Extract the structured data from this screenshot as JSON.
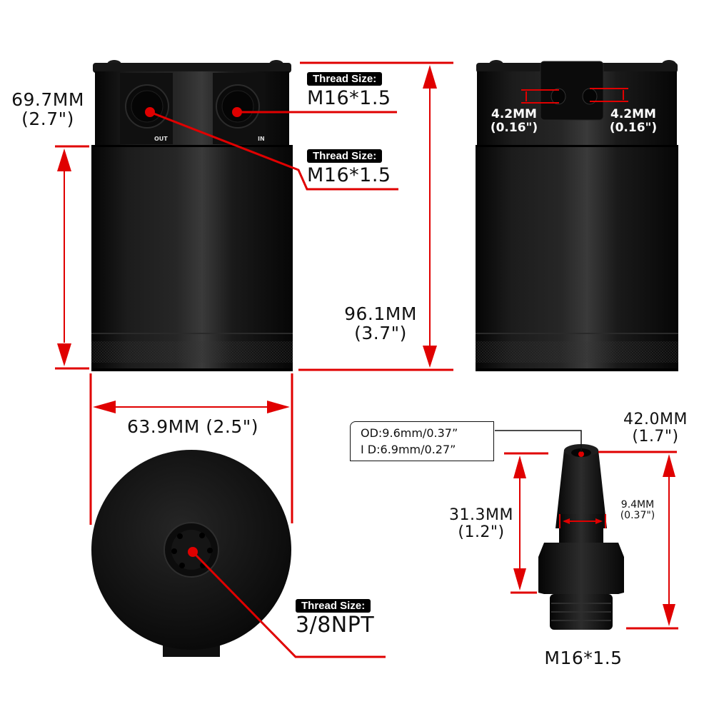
{
  "diagram": {
    "subject": "Oil catch can with fitting - dimension diagram",
    "accent_color": "#e00000",
    "product_color": "#0d0d0d",
    "front_view": {
      "port_labels": [
        "OUT",
        "IN"
      ],
      "height_upper": {
        "mm": "69.7MM",
        "in": "(2.7\")"
      },
      "total_height": {
        "mm": "96.1MM",
        "in": "(3.7\")"
      },
      "width": {
        "label": "63.9MM (2.5\")"
      }
    },
    "thread_callouts": [
      {
        "tag": "Thread Size:",
        "value": "M16*1.5"
      },
      {
        "tag": "Thread Size:",
        "value": "M16*1.5"
      },
      {
        "tag": "Thread Size:",
        "value": "3/8NPT"
      }
    ],
    "back_view": {
      "bracket_holes": [
        {
          "mm": "4.2MM",
          "in": "(0.16\")"
        },
        {
          "mm": "4.2MM",
          "in": "(0.16\")"
        }
      ]
    },
    "fitting": {
      "callout_lines": [
        "OD:9.6mm/0.37”",
        "I D:6.9mm/0.27”"
      ],
      "total_length": {
        "mm": "42.0MM",
        "in": "(1.7\")"
      },
      "barb_length": {
        "mm": "31.3MM",
        "in": "(1.2\")"
      },
      "barb_diameter": {
        "mm": "9.4MM",
        "in": "(0.37\")"
      },
      "thread": "M16*1.5"
    }
  }
}
